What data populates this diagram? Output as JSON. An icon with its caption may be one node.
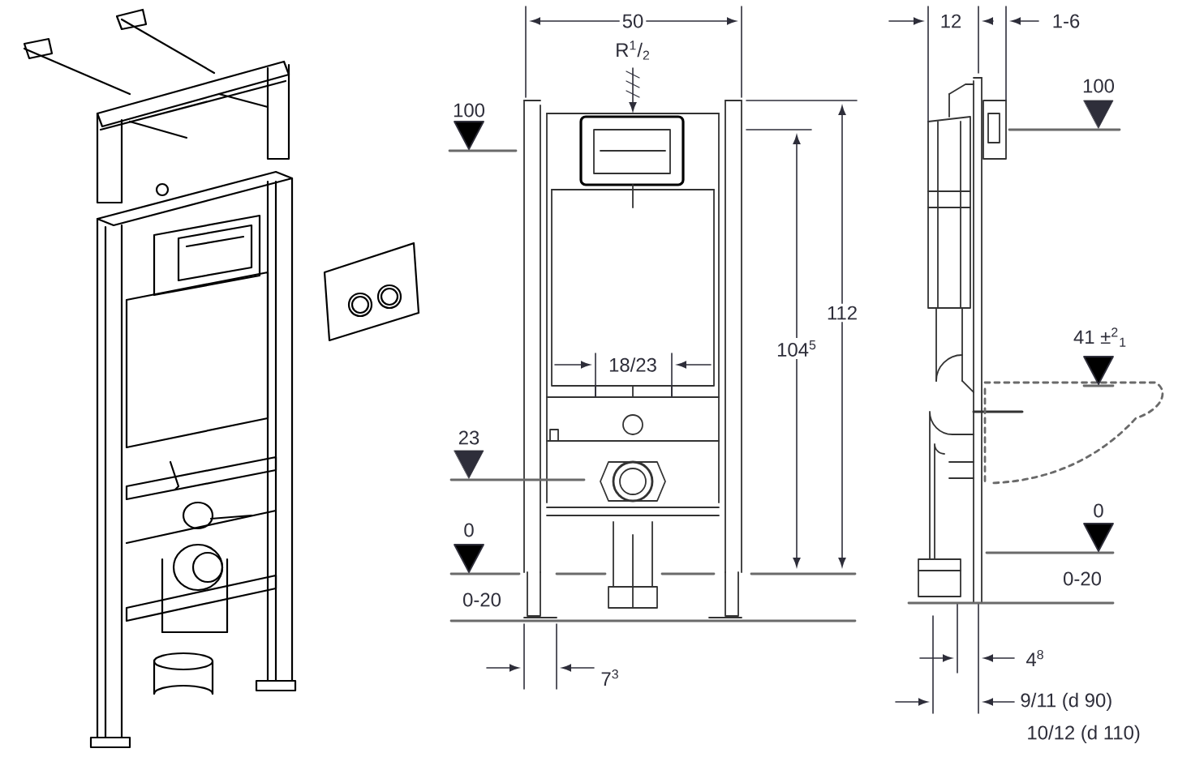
{
  "diagram": {
    "labels": [
      "50",
      "12",
      "1-6",
      "R$^{1}$/$_{2}$",
      "100",
      "100",
      "112",
      "18/23",
      "104$^{5}$",
      "41 ±$^{2}$$_{1}$",
      "23",
      "0",
      "0",
      "0-20",
      "0-20",
      "7$^{3}$",
      "4$^{8}$",
      "9/11 (d 90)",
      "10/12 (d 110)"
    ]
  }
}
